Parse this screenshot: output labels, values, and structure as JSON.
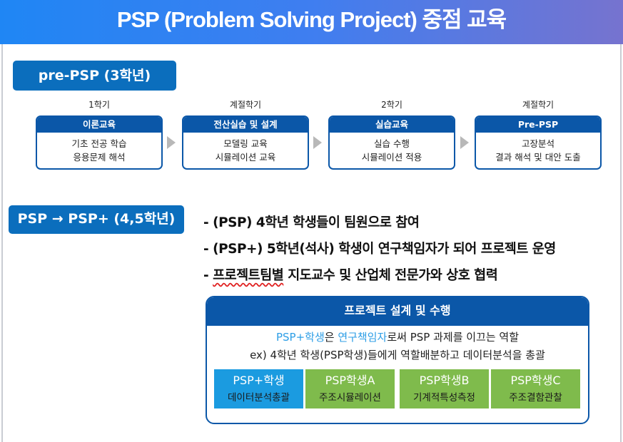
{
  "title": "PSP (Problem Solving Project) 중점 교육",
  "pre_psp": {
    "badge": "pre-PSP (3학년)",
    "steps": [
      {
        "semester": "1학기",
        "title": "이론교육",
        "line1": "기초 전공 학습",
        "line2": "응용문제 해석"
      },
      {
        "semester": "계절학기",
        "title": "전산실습 및 설계",
        "line1": "모델링 교육",
        "line2": "시뮬레이션 교육"
      },
      {
        "semester": "2학기",
        "title": "실습교육",
        "line1": "실습 수행",
        "line2": "시뮬레이션 적용"
      },
      {
        "semester": "계절학기",
        "title": "Pre-PSP",
        "line1": "고장분석",
        "line2": "결과 해석 및 대안 도출"
      }
    ]
  },
  "psp": {
    "badge": "PSP → PSP+ (4,5학년)",
    "bullets": [
      "- (PSP) 4학년 학생들이 팀원으로 참여",
      "- (PSP+) 5학년(석사) 학생이 연구책임자가 되어 프로젝트 운영"
    ],
    "bullet3_prefix": "- ",
    "bullet3_wavy": "프로젝트팀별",
    "bullet3_rest": " 지도교수 및 산업체 전문가와 상호 협력"
  },
  "project": {
    "title": "프로젝트 설계 및 수행",
    "line1": {
      "a": "PSP+학생",
      "b": "은 ",
      "c": "연구책임자",
      "d": "로써 PSP 과제를 이끄는 역할"
    },
    "line2": "ex) 4학년 학생(PSP학생)들에게 역할배분하고 데이터분석을 총괄",
    "roles": [
      {
        "name": "PSP+학생",
        "task": "데이터분석총괄"
      },
      {
        "name": "PSP학생A",
        "task": "주조시뮬레이션"
      },
      {
        "name": "PSP학생B",
        "task": "기계적특성측정"
      },
      {
        "name": "PSP학생C",
        "task": "주조결함관찰"
      }
    ]
  },
  "colors": {
    "header_start": "#1f86f4",
    "header_end": "#7673cf",
    "dark_blue": "#0b57a8",
    "badge": "#0b6ebd",
    "highlight": "#2d9ee6",
    "green": "#7fbb4c"
  }
}
